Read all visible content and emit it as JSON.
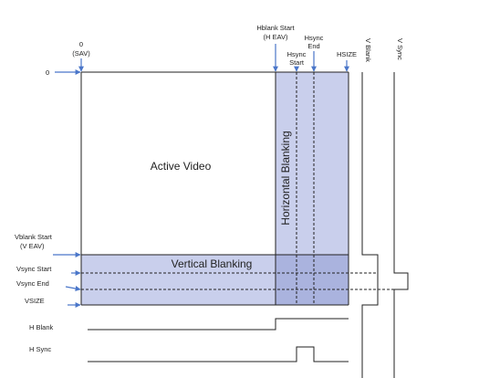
{
  "diagram": {
    "labels": {
      "sav_zero": "0",
      "sav": "(SAV)",
      "origin_zero": "0",
      "hblank_start_line1": "Hblank Start",
      "hblank_start_line2": "(H EAV)",
      "hsync_start_line1": "Hsync",
      "hsync_start_line2": "Start",
      "hsync_end_line1": "Hsync",
      "hsync_end_line2": "End",
      "hsize": "HSIZE",
      "v_blank": "V Blank",
      "v_sync": "V Sync",
      "active_video": "Active Video",
      "horizontal_blanking": "Horizontal Blanking",
      "vertical_blanking": "Vertical Blanking",
      "vblank_start_line1": "Vblank Start",
      "vblank_start_line2": "(V EAV)",
      "vsync_start": "Vsync Start",
      "vsync_end": "Vsync End",
      "vsize": "VSIZE",
      "h_blank": "H Blank",
      "h_sync": "H Sync"
    },
    "colors": {
      "blanking_fill": "#c9cfec",
      "overlap_fill": "#aab3de",
      "arrow": "#4a76c9",
      "line": "#222222"
    }
  }
}
